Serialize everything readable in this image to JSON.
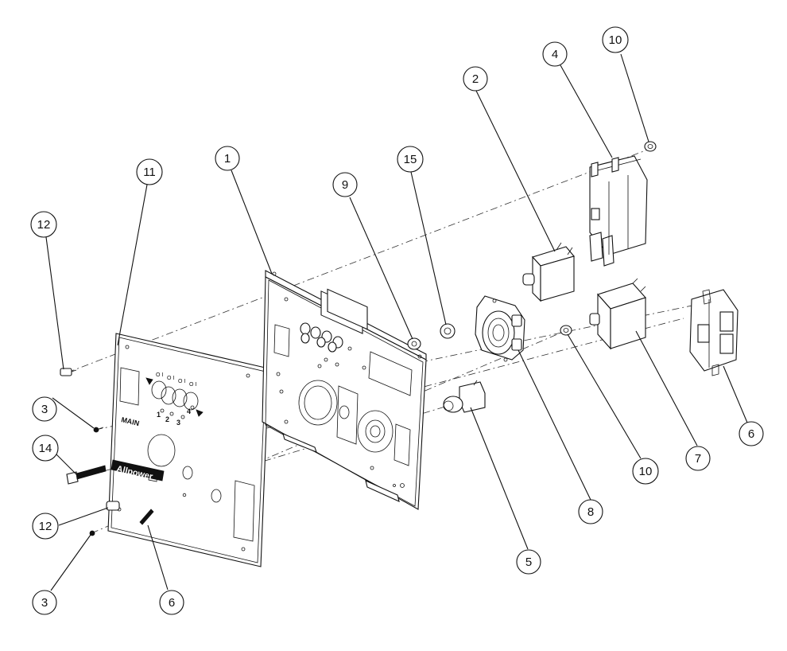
{
  "panel": {
    "logo_text": "Allpower",
    "main_label": "MAIN",
    "indicator_labels": [
      "1",
      "2",
      "3",
      "4"
    ]
  },
  "callouts": [
    {
      "id": "c1",
      "label": "1"
    },
    {
      "id": "c2",
      "label": "2"
    },
    {
      "id": "c3a",
      "label": "3"
    },
    {
      "id": "c3b",
      "label": "3"
    },
    {
      "id": "c4",
      "label": "4"
    },
    {
      "id": "c5",
      "label": "5"
    },
    {
      "id": "c6a",
      "label": "6"
    },
    {
      "id": "c6b",
      "label": "6"
    },
    {
      "id": "c7",
      "label": "7"
    },
    {
      "id": "c8",
      "label": "8"
    },
    {
      "id": "c9",
      "label": "9"
    },
    {
      "id": "c10a",
      "label": "10"
    },
    {
      "id": "c10b",
      "label": "10"
    },
    {
      "id": "c11",
      "label": "11"
    },
    {
      "id": "c12a",
      "label": "12"
    },
    {
      "id": "c12b",
      "label": "12"
    },
    {
      "id": "c14",
      "label": "14"
    },
    {
      "id": "c15",
      "label": "15"
    }
  ]
}
